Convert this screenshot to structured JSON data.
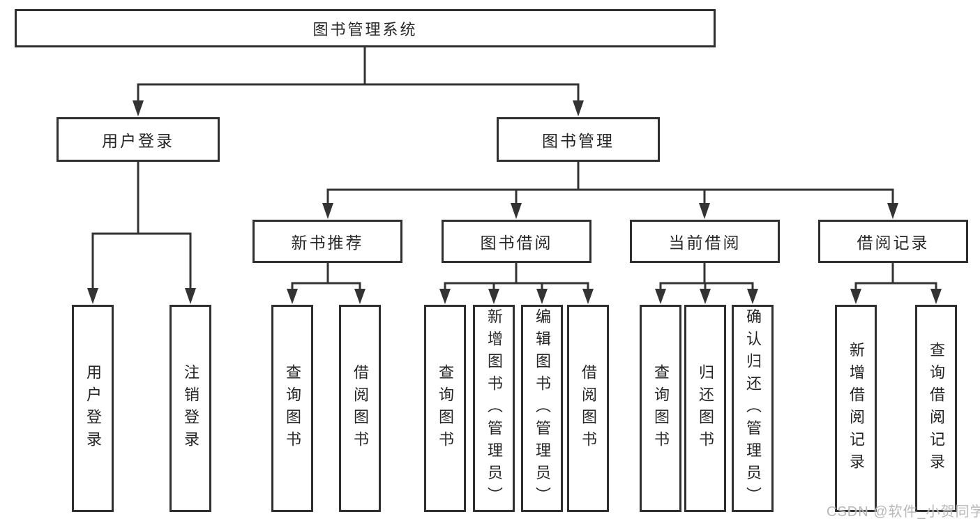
{
  "title": "图书管理系统",
  "colors": {
    "line": "#333333",
    "box_border": "#2f2f2f",
    "text": "#262626",
    "background": "#ffffff",
    "watermark": "#b4b4b4"
  },
  "watermark": {
    "text": "CSDN @软件_小贺同学"
  },
  "tree": {
    "root": {
      "label": "图书管理系统"
    },
    "level2": [
      {
        "label": "用户登录"
      },
      {
        "label": "图书管理"
      }
    ],
    "level3": [
      {
        "label": "新书推荐",
        "parent": "图书管理"
      },
      {
        "label": "图书借阅",
        "parent": "图书管理"
      },
      {
        "label": "当前借阅",
        "parent": "图书管理"
      },
      {
        "label": "借阅记录",
        "parent": "图书管理"
      }
    ],
    "leaves": [
      {
        "label": "用户登录",
        "parent": "用户登录"
      },
      {
        "label": "注销登录",
        "parent": "用户登录"
      },
      {
        "label": "查询图书",
        "parent": "新书推荐"
      },
      {
        "label": "借阅图书",
        "parent": "新书推荐"
      },
      {
        "label": "查询图书",
        "parent": "图书借阅"
      },
      {
        "label": "新增图书（管理员）",
        "parent": "图书借阅"
      },
      {
        "label": "编辑图书（管理员）",
        "parent": "图书借阅"
      },
      {
        "label": "借阅图书",
        "parent": "图书借阅"
      },
      {
        "label": "查询图书",
        "parent": "当前借阅"
      },
      {
        "label": "归还图书",
        "parent": "当前借阅"
      },
      {
        "label": "确认归还（管理员）",
        "parent": "当前借阅"
      },
      {
        "label": "新增借阅记录",
        "parent": "借阅记录"
      },
      {
        "label": "查询借阅记录",
        "parent": "借阅记录"
      }
    ]
  }
}
